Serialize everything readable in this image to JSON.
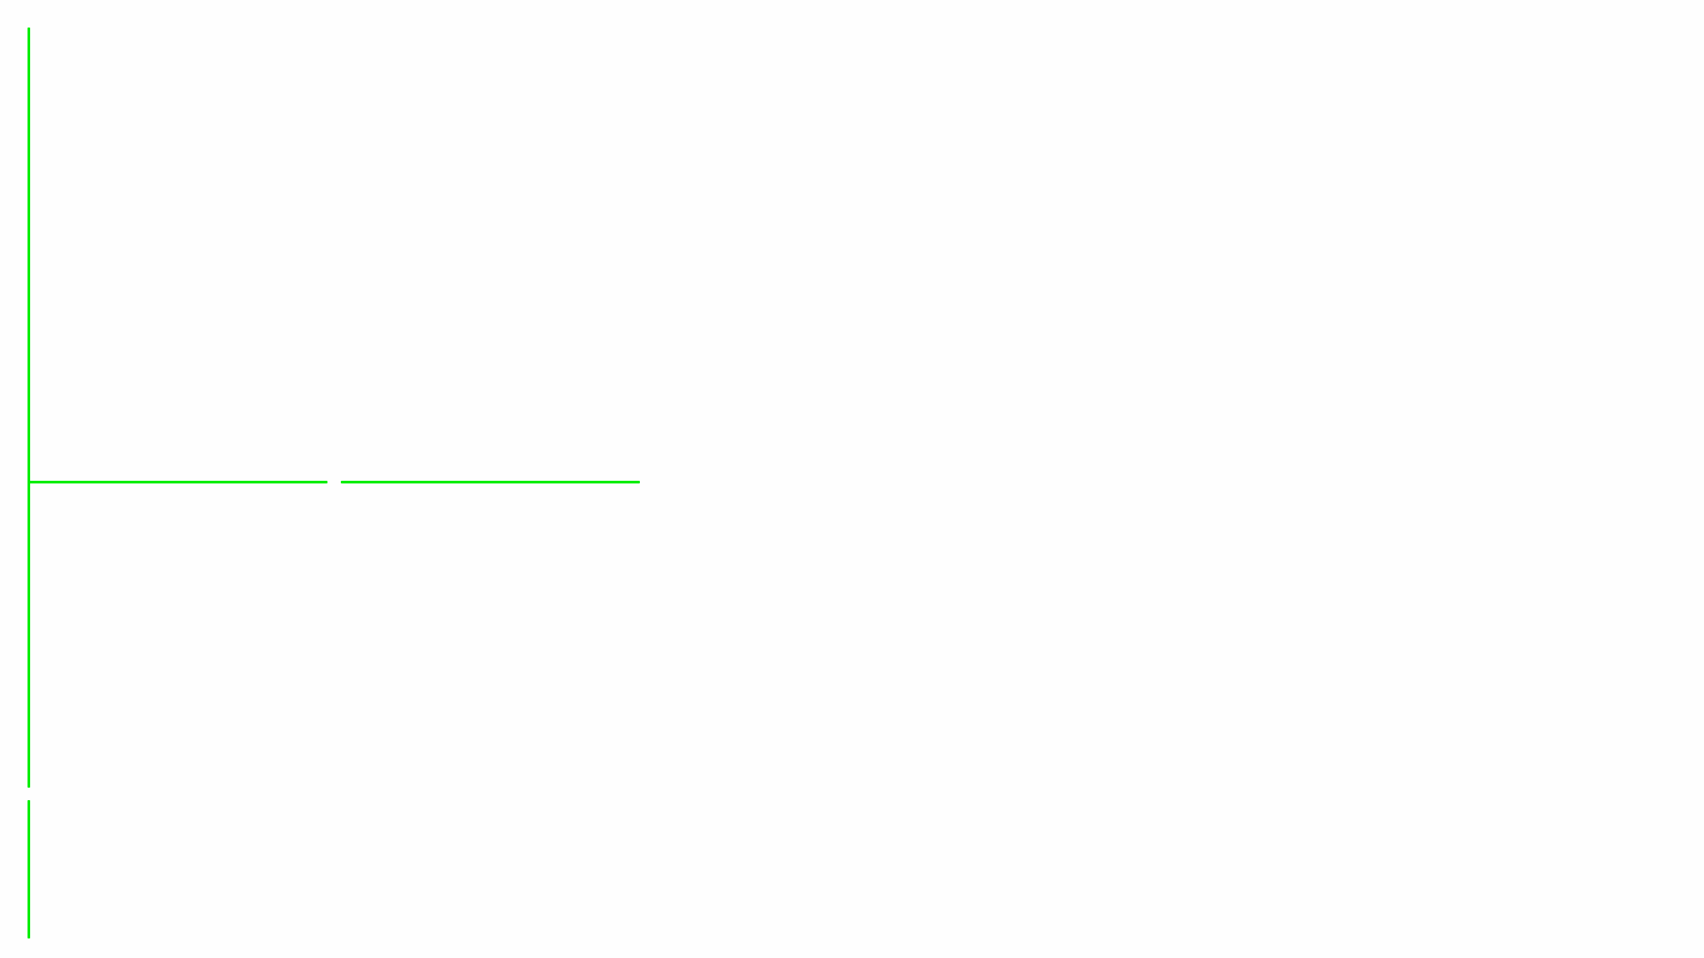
{
  "colors": {
    "background": "#fefefe",
    "line": "#00ee00"
  },
  "structure": {
    "vertical_line_segments": 2,
    "horizontal_line_segments": 2,
    "gaps": 2
  }
}
